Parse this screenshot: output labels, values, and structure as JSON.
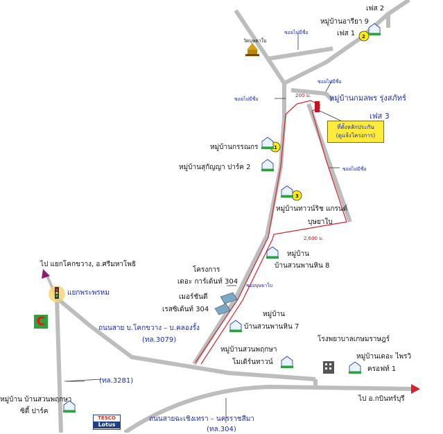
{
  "map": {
    "labels": {
      "phase2": "เฟส 2",
      "ariya": "หมู่บ้านอารียา 9",
      "phase1": "เฟส 1",
      "temple": "วัดบุษยาใบ",
      "soi_top": "ซอยไม่มีชื่อ",
      "soi_upper_right": "ซอยไม่มีชื่อ",
      "soi_left": "ซอยไม่มีชื่อ",
      "soi_right": "ซอยไม่มีชื่อ",
      "dist_200": "200 ม.",
      "project_name": "หมู่บ้านกมลพร รุ่งสภัทร์",
      "project_phase": "เฟส 3",
      "sales_office_1": "ที่ตั้งหลักประกัน",
      "sales_office_2": "(ดูแจ้งโครงการ)",
      "kannakorn": "หมู่บ้านกรรณกร",
      "sukanya": "หมู่บ้านสุกัญญา ปาร์ค 2",
      "townrich_1": "หมู่บ้านทาวน์ริช แกรนด์",
      "townrich_2": "บุษยาใบ",
      "dist_2600": "2,600 ม.",
      "suanphan8_1": "หมู่บ้าน",
      "suanphan8_2": "บ้านสวนพานหิน 8",
      "go_kokkwang": "ไป แยกโคกขวาง, อ.ศรีมหาโพธิ",
      "project_garden_1": "โครงการ",
      "project_garden_2": "เดอะ การ์เด้นท์ 304",
      "merchandise_1": "เมอร์ชันดี",
      "merchandise_2": "เรสซิเด้นท์ 304",
      "soi_busaya": "ซอยบุษยาใบ",
      "phraprom": "แยกพระพรหม",
      "suanphan7_1": "หมู่บ้าน",
      "suanphan7_2": "บ้านสวนพานหิน 7",
      "road_kokkwang": "ถนนสาย บ.โคกขวาง – บ.คลองรั้ง",
      "road_kokkwang_code": "(ทล.3079)",
      "hospital": "โรงพยาบาลเกษมราษฎร์",
      "suanphrukka_modern_1": "หมู่บ้านสวนพฤกษา",
      "suanphrukka_modern_2": "โมเดิร์นทาวน์",
      "thepraiwi_1": "หมู่บ้านเดอะ ไพรวิ",
      "thepraiwi_2": "ครอฟท์ 1",
      "road_3281": "(ทล.3281)",
      "go_kabinburi": "ไป อ.กบินทร์บุรี",
      "suanphrukka_city_1": "หมู่บ้าน บ้านสวนพฤกษา",
      "suanphrukka_city_2": "ซิตี้ ปาร์ค",
      "tesco_1": "TESCO",
      "tesco_2": "Lotus",
      "road_main": "ถนนสายฉะเชิงเทรา – นครราชสีมา",
      "road_main_code": "(ทล.304)"
    },
    "markers": [
      "1",
      "2",
      "3"
    ],
    "colors": {
      "road": "#b8b8b8",
      "route": "#d2232a",
      "label_blue": "#1a2bb5",
      "box": "#ffeb3b",
      "marker": "#ffee00"
    }
  }
}
